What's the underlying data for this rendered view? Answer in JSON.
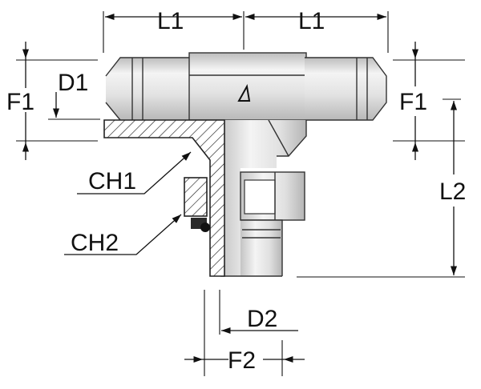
{
  "diagram": {
    "labels": {
      "l1_left": "L1",
      "l1_right": "L1",
      "d1": "D1",
      "f1_left": "F1",
      "f1_right": "F1",
      "ch1": "CH1",
      "ch2": "CH2",
      "l2": "L2",
      "d2": "D2",
      "f2": "F2"
    },
    "colors": {
      "metal_light": "#f4f4f4",
      "metal_mid": "#d9d9d9",
      "metal_dark": "#b3b3b3",
      "line": "#111111"
    }
  }
}
